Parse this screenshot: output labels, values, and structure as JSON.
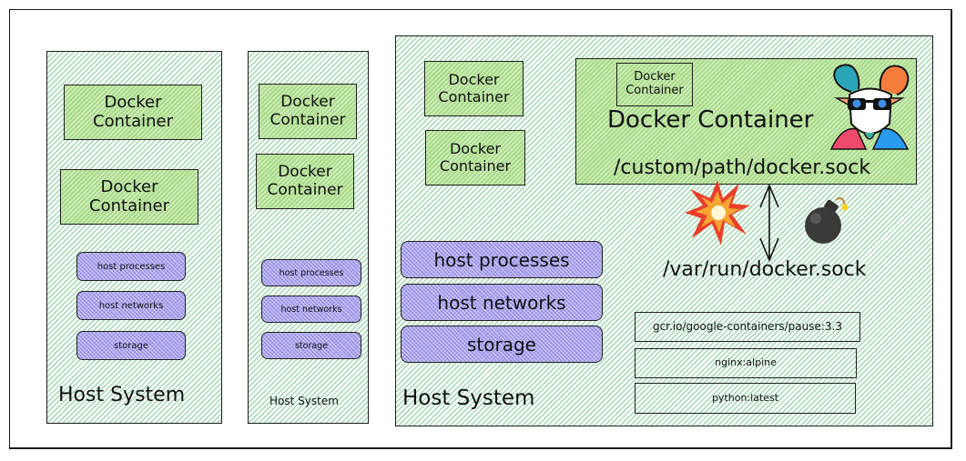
{
  "diagram": {
    "hosts": [
      {
        "label": "Host System",
        "containers": [
          "Docker\nContainer",
          "Docker\nContainer"
        ],
        "resources": [
          "host processes",
          "host networks",
          "storage"
        ]
      },
      {
        "label": "Host System",
        "containers": [
          "Docker\nContainer",
          "Docker\nContainer"
        ],
        "resources": [
          "host processes",
          "host networks",
          "storage"
        ]
      },
      {
        "label": "Host System",
        "containers": [
          "Docker\nContainer",
          "Docker\nContainer"
        ],
        "resources": [
          "host processes",
          "host networks",
          "storage"
        ],
        "privileged_container": {
          "label": "Docker Container",
          "nested_container": "Docker\nContainer",
          "socket_path": "/custom/path/docker.sock",
          "mascot": "goat-mascot"
        },
        "host_socket": "/var/run/docker.sock",
        "icons": [
          "explosion-icon",
          "bomb-icon",
          "bidirectional-arrow"
        ],
        "images": [
          "gcr.io/google-containers/pause:3.3",
          "nginx:alpine",
          "python:latest"
        ]
      }
    ]
  },
  "colors": {
    "hatch_green": "#78c88c",
    "container_green": "#a9dc88",
    "resource_purple": "#a8a2ee",
    "stroke": "#1e1e1e"
  }
}
